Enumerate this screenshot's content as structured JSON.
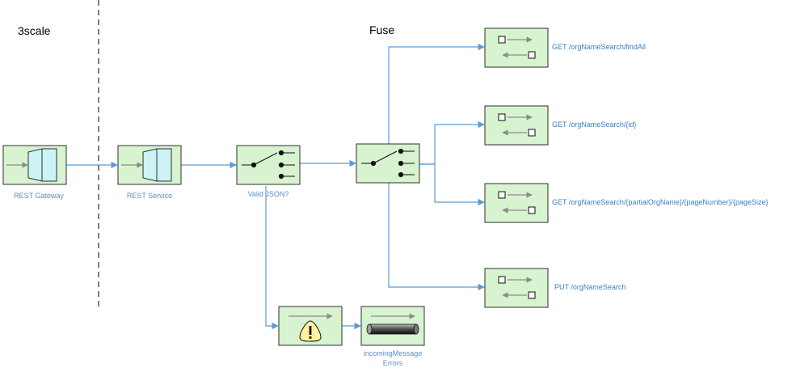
{
  "zones": {
    "left": "3scale",
    "right": "Fuse"
  },
  "nodes": {
    "rest_gateway": "REST Gateway",
    "rest_service": "REST Service",
    "valid_json": "Valid JSON?",
    "error_line1": "incomingMessage",
    "error_line2": "Errors"
  },
  "routes": [
    "GET /orgNameSearch/findAll",
    "GET /orgNameSearch/{id}",
    "GET /orgNameSearch/{partialOrgName}/{pageNumber}/{pageSize}",
    "PUT /orgNameSearch"
  ],
  "colors": {
    "box_fill": "#d7f3cf",
    "box_stroke": "#2f2f2f",
    "connector": "#5b9bd5",
    "label": "#3a7fc1",
    "endpoint_fill": "#ccf3f6",
    "warning_fill": "#fff3a0"
  },
  "icons": [
    "endpoint-icon",
    "choice-switch-icon",
    "request-reply-icon",
    "log-warning-icon",
    "channel-pipe-icon"
  ]
}
